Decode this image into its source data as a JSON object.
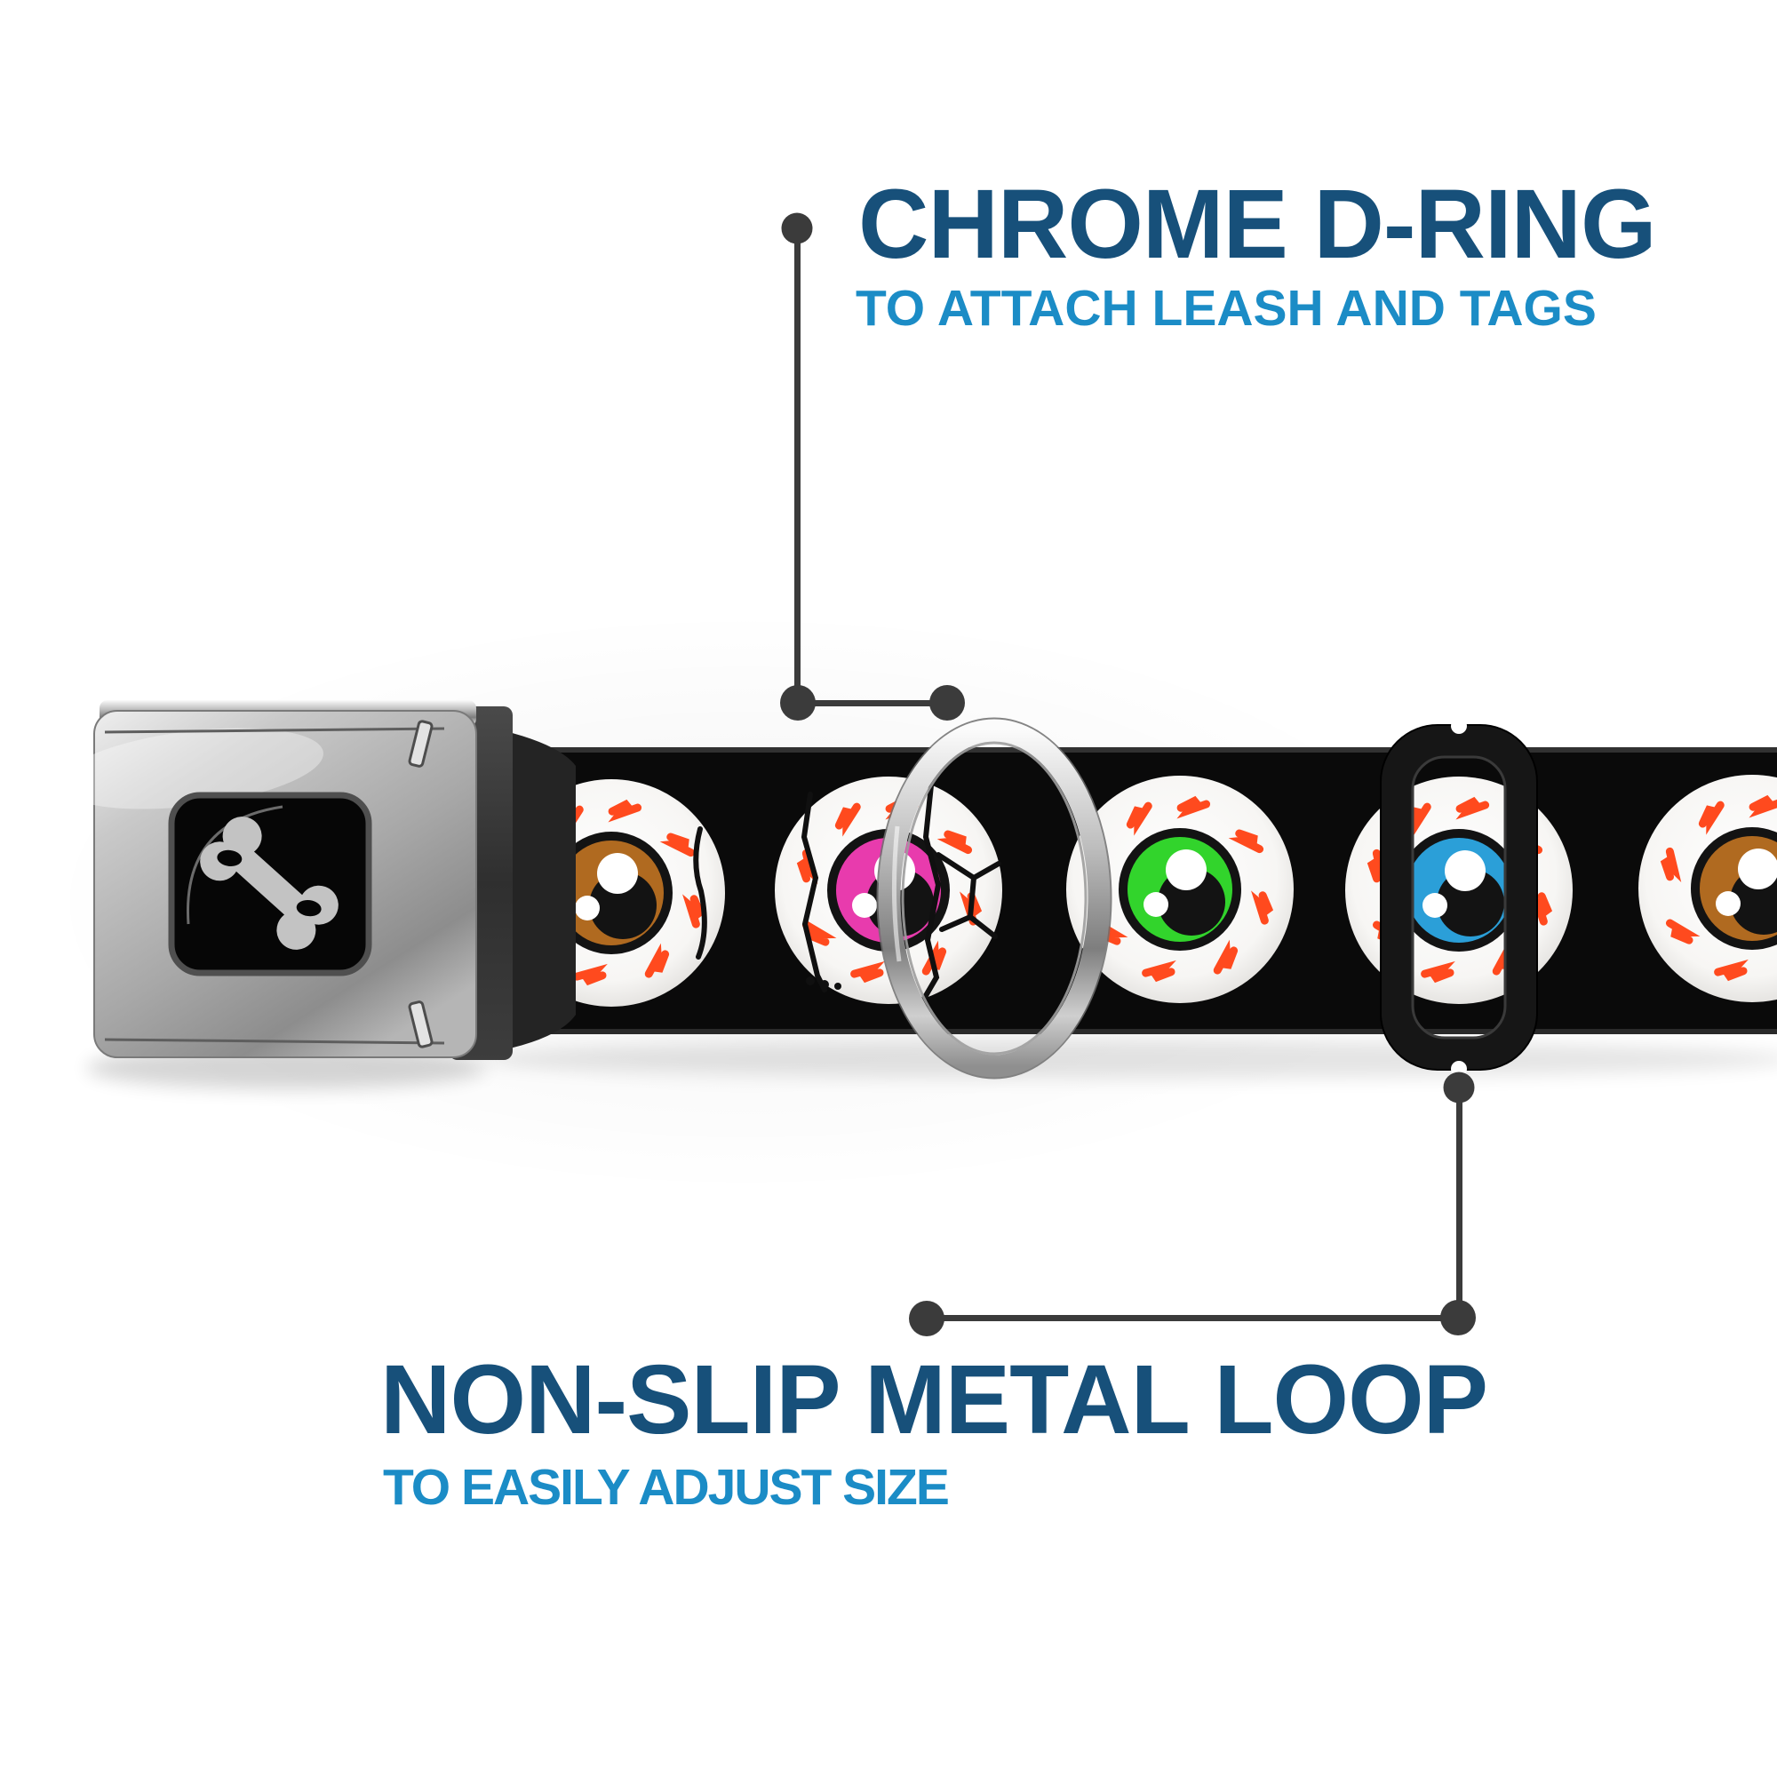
{
  "annotations": {
    "top": {
      "title": "CHROME D-RING",
      "subtitle": "TO ATTACH LEASH AND TAGS"
    },
    "bottom": {
      "title": "NON-SLIP METAL LOOP",
      "subtitle": "TO EASILY ADJUST SIZE"
    }
  },
  "colors": {
    "headline_blue": "#17507a",
    "subtitle_blue": "#1b8cc6",
    "callout_gray": "#3b3b3b",
    "strap_black": "#0a0a0a",
    "vein_orange": "#ff4a1e",
    "iris_brown": "#b06a20",
    "iris_pink": "#e83bad",
    "iris_green": "#32d42c",
    "iris_blue": "#2b9fd8",
    "bone_gray": "#c3c3c3",
    "slider_black": "#161616",
    "buckle_silver": "#c9c9c9"
  },
  "product": {
    "buckle_logo": "dog-bone",
    "strap_pattern": "eyeballs-on-black",
    "eyeballs": [
      {
        "iris": "brown"
      },
      {
        "iris": "pink",
        "detail": "cracked"
      },
      {
        "iris": "green"
      },
      {
        "iris": "blue",
        "detail": "inside metal loop"
      },
      {
        "iris": "brown",
        "detail": "partial at right edge"
      }
    ],
    "hardware": [
      "seatbelt-buckle",
      "chrome-d-ring",
      "non-slip-metal-loop"
    ]
  }
}
